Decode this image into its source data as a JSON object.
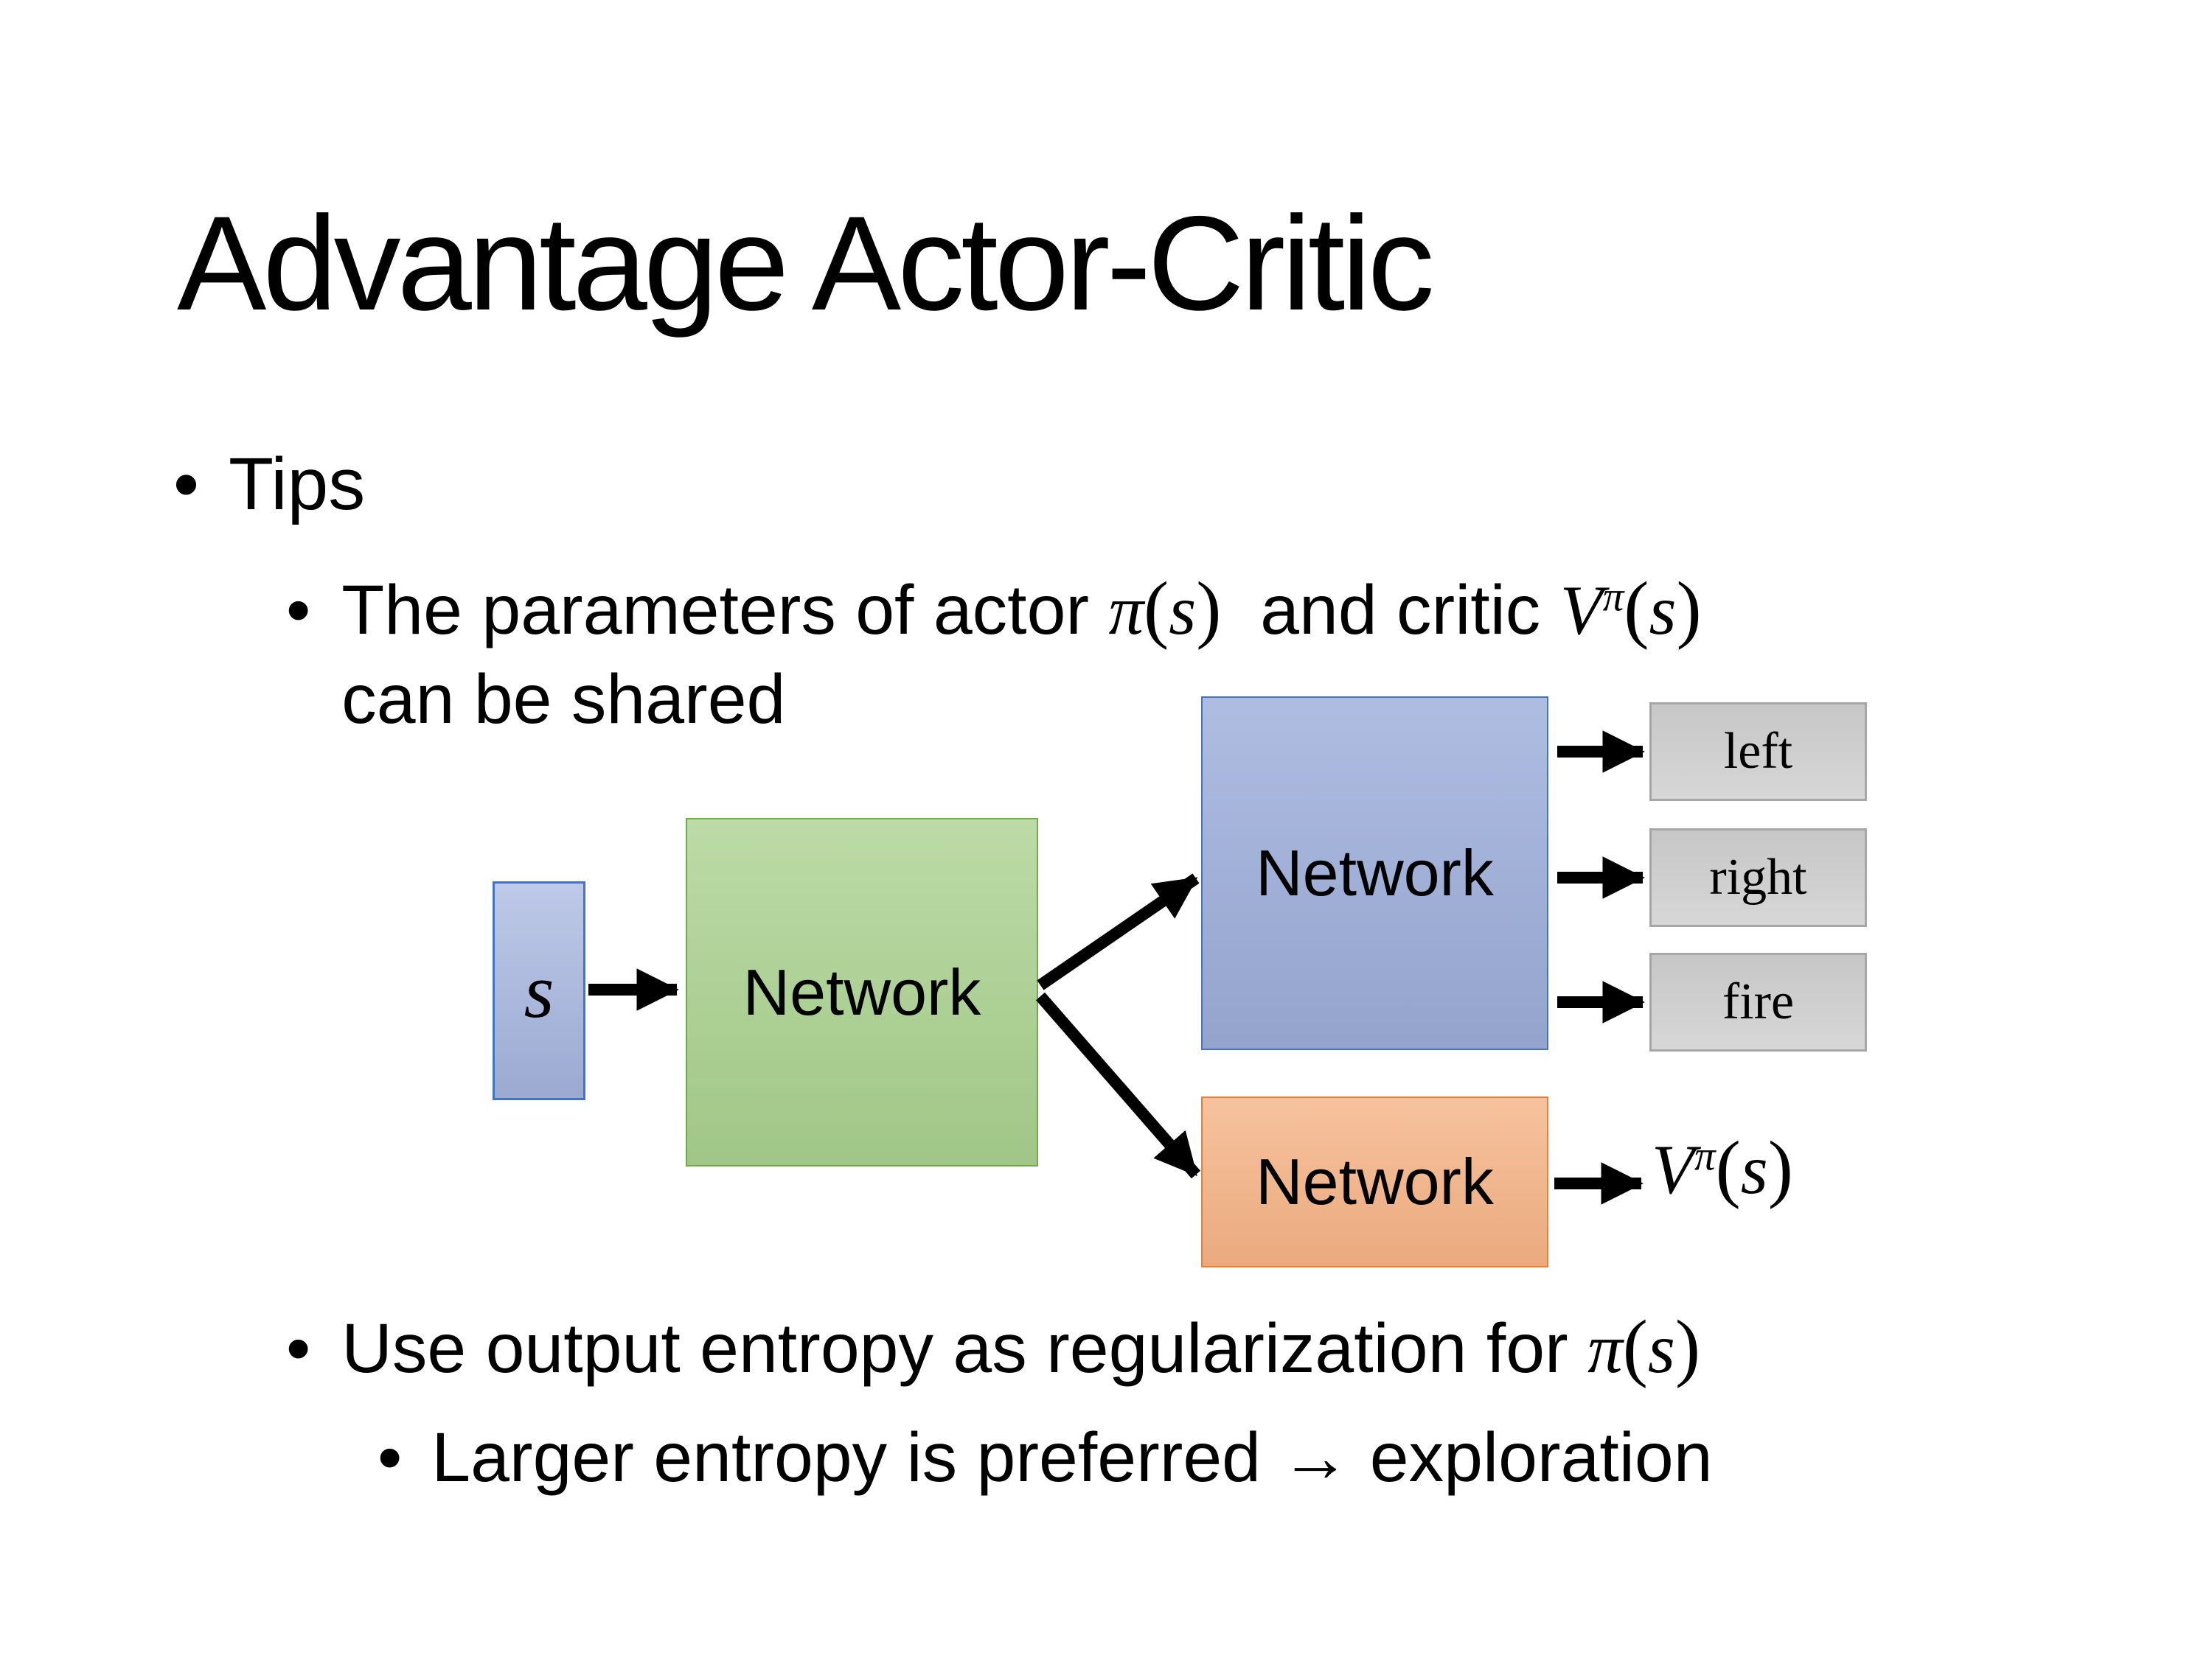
{
  "slide": {
    "title": "Advantage Actor-Critic",
    "bullet_glyph": "•",
    "bullet_tips": "Tips",
    "bullet_params_pre": "The parameters of actor ",
    "bullet_params_mid": "  and critic ",
    "bullet_params_line2": "can be shared",
    "bullet_entropy_pre": "Use output entropy as regularization for ",
    "bullet_exploration": "Larger entropy is preferred → exploration"
  },
  "math": {
    "pi": "π",
    "s": "s",
    "V": "V",
    "lparen": "(",
    "rparen": ")"
  },
  "diagram": {
    "state_label": "s",
    "shared_network_label": "Network",
    "actor_network_label": "Network",
    "critic_network_label": "Network",
    "action_labels": [
      "left",
      "right",
      "fire"
    ],
    "colors": {
      "state_fill": "#A5B4DF",
      "state_border": "#4472C4",
      "shared_fill": "#A9D18E",
      "shared_border": "#70AD47",
      "actor_fill": "#9FB0DC",
      "actor_border": "#4472C4",
      "critic_fill": "#F4B183",
      "critic_border": "#ED7D31",
      "action_fill": "#CDCDCD",
      "action_border": "#A6A6A6",
      "arrow": "#000000"
    }
  }
}
